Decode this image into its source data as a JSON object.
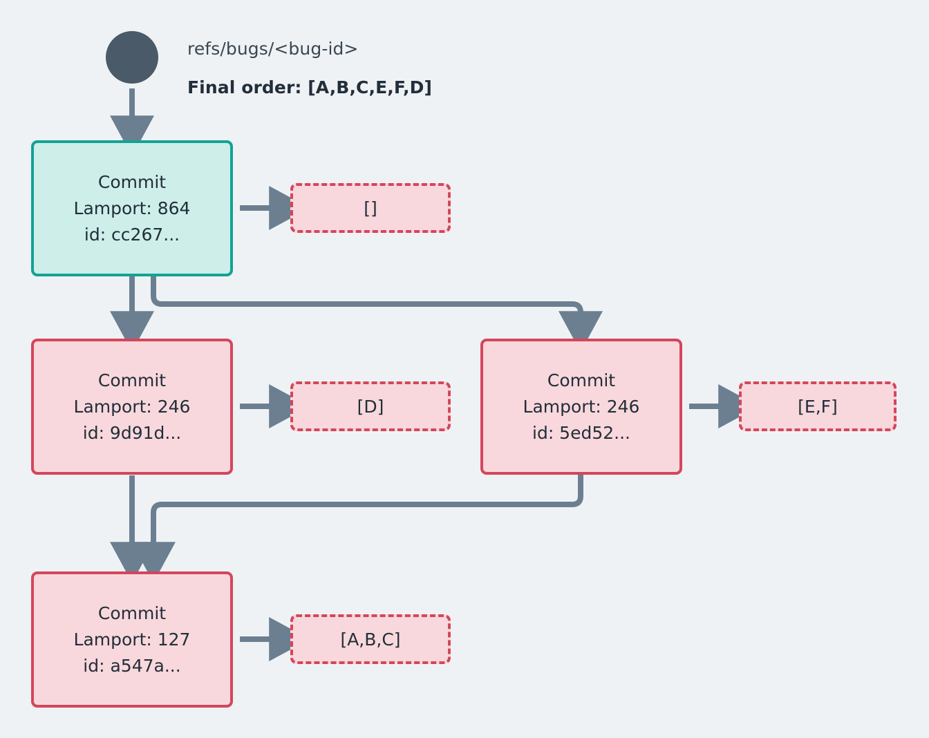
{
  "diagram": {
    "title_ref": "refs/bugs/<bug-id>",
    "final_order": "Final order: [A,B,C,E,F,D]",
    "background_color": "#eff2f5",
    "root_node_color": "#4a5a68",
    "edge_color": "#6b7f91",
    "head_commit_border": "#13a295",
    "head_commit_fill": "#cdeee9",
    "commit_border": "#d4465c",
    "commit_fill": "#f8d8dc",
    "opset_border": "#d4465c",
    "opset_fill": "#f8d8dc",
    "text_color": "#222e3a"
  },
  "nodes": {
    "root": {
      "name": "ref-pointer"
    },
    "commit_cc267": {
      "label": "Commit",
      "lamport": "Lamport: 864",
      "id": "id: cc267...",
      "state": "head"
    },
    "commit_9d91d": {
      "label": "Commit",
      "lamport": "Lamport: 246",
      "id": "id: 9d91d...",
      "state": "normal"
    },
    "commit_5ed52": {
      "label": "Commit",
      "lamport": "Lamport: 246",
      "id": "id: 5ed52...",
      "state": "normal"
    },
    "commit_a547a": {
      "label": "Commit",
      "lamport": "Lamport: 127",
      "id": "id: a547a...",
      "state": "normal"
    }
  },
  "opsets": {
    "ops_cc267": "[]",
    "ops_9d91d": "[D]",
    "ops_5ed52": "[E,F]",
    "ops_a547a": "[A,B,C]"
  }
}
